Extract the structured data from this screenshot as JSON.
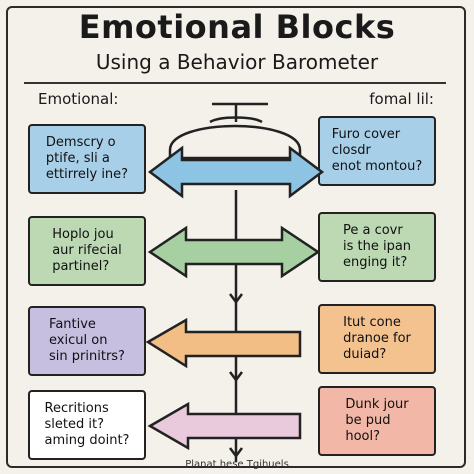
{
  "title": "Emotional Blocks",
  "subtitle": "Using a Behavior Barometer",
  "left_header": "Emotional:",
  "right_header": "fomal lil:",
  "left_boxes": [
    {
      "text": "Demscry o\nptife, sli a\nettirrely ine?",
      "color": "#a8cfe8"
    },
    {
      "text": "Hoplo jou\naur rifecial\npartinel?",
      "color": "#bcd9b4"
    },
    {
      "text": "Fantive\nexicul on\nsin prinitrs?",
      "color": "#c6bfe0"
    },
    {
      "text": "Recritions\nsleted it?\naming doint?",
      "color": "#ffffff"
    }
  ],
  "right_boxes": [
    {
      "text": "Furo cover\nclosdr\nenot montou?",
      "color": "#a8cfe8"
    },
    {
      "text": "Pe a covr\nis the ipan\nenging it?",
      "color": "#bcd9b4"
    },
    {
      "text": "Itut cone\ndranoe for\nduiad?",
      "color": "#f3c28f"
    },
    {
      "text": "Dunk jour\nbe pud\nhool?",
      "color": "#f2b7a6"
    }
  ],
  "arrow_colors": [
    "#8ec4e3",
    "#a6d0a2",
    "#f2be86",
    "#e9c9dc"
  ],
  "footer": "Planat hese Tgihuels"
}
